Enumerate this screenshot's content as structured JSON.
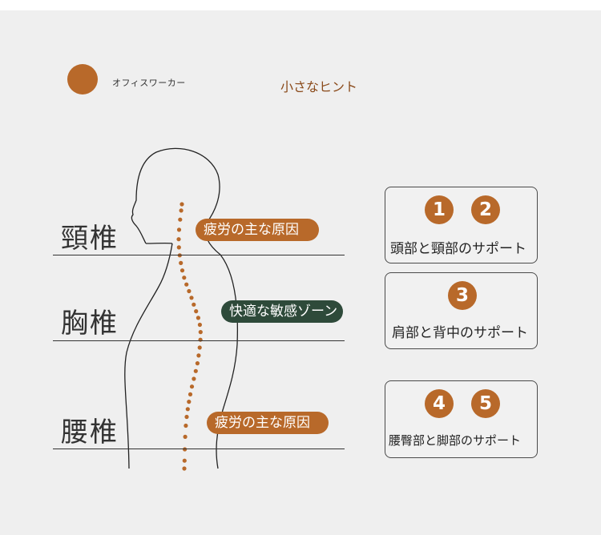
{
  "header": {
    "small_label": "オフィスワーカー",
    "tip": "小さなヒント"
  },
  "regions": [
    {
      "name": "頸椎",
      "pill": "疲労の主な原因"
    },
    {
      "name": "胸椎",
      "pill": "快適な敏感ゾーン"
    },
    {
      "name": "腰椎",
      "pill": "疲労の主な原因"
    }
  ],
  "support_boxes": [
    {
      "numbers": [
        "1",
        "2"
      ],
      "label": "頭部と頸部のサポート"
    },
    {
      "numbers": [
        "3"
      ],
      "label": "肩部と背中のサポート"
    },
    {
      "numbers": [
        "4",
        "5"
      ],
      "label": "腰臀部と脚部のサポート"
    }
  ],
  "colors": {
    "accent": "#b8692a",
    "green": "#2e4a3a",
    "background": "#efefef",
    "text": "#333333"
  }
}
